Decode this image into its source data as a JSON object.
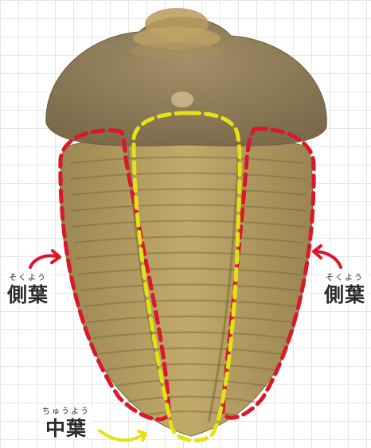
{
  "labels": {
    "left_side_lobe": {
      "reading": "そくよう",
      "text": "側葉"
    },
    "right_side_lobe": {
      "reading": "そくよう",
      "text": "側葉"
    },
    "central_lobe": {
      "reading": "ちゅうよう",
      "text": "中葉"
    }
  },
  "colors": {
    "side_lobe_outline": "#d9182a",
    "central_lobe_outline": "#e3e313",
    "left_arrow": "#d9182a",
    "right_arrow": "#d9182a",
    "center_arrow": "#e3e313",
    "fossil_body": "#b39c5f",
    "fossil_head": "#8a7a57"
  }
}
